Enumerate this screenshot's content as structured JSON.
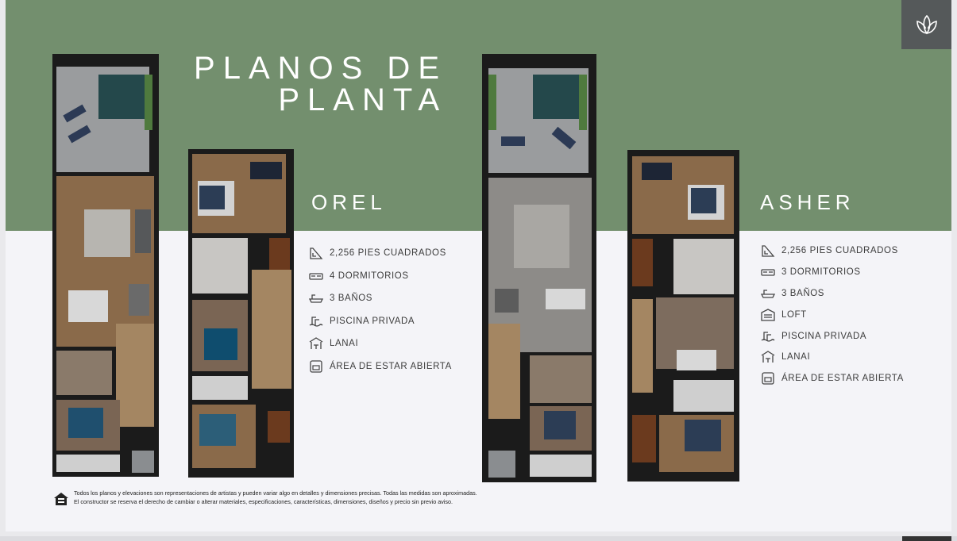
{
  "header": {
    "title_line1": "PLANOS DE",
    "title_line2": "PLANTA",
    "logo_icon": "lotus-icon"
  },
  "models": [
    {
      "name": "OREL",
      "features": [
        {
          "icon": "area-icon",
          "label": "2,256 PIES CUADRADOS"
        },
        {
          "icon": "bed-icon",
          "label": "4 DORMITORIOS"
        },
        {
          "icon": "bath-icon",
          "label": "3 BAÑOS"
        },
        {
          "icon": "pool-icon",
          "label": "PISCINA PRIVADA"
        },
        {
          "icon": "lanai-icon",
          "label": "LANAI"
        },
        {
          "icon": "living-icon",
          "label": "ÁREA DE ESTAR ABIERTA"
        }
      ]
    },
    {
      "name": "ASHER",
      "features": [
        {
          "icon": "area-icon",
          "label": "2,256 PIES CUADRADOS"
        },
        {
          "icon": "bed-icon",
          "label": "3 DORMITORIOS"
        },
        {
          "icon": "bath-icon",
          "label": "3 BAÑOS"
        },
        {
          "icon": "loft-icon",
          "label": "LOFT"
        },
        {
          "icon": "pool-icon",
          "label": "PISCINA PRIVADA"
        },
        {
          "icon": "lanai-icon",
          "label": "LANAI"
        },
        {
          "icon": "living-icon",
          "label": "ÁREA DE ESTAR ABIERTA"
        }
      ]
    }
  ],
  "disclaimer": {
    "line1": "Todos los planos y elevaciones son representaciones de artistas y pueden variar algo en detalles y dimensiones precisas. Todas las medidas son aproximadas.",
    "line2": "El constructor se reserva el derecho de cambiar o alterar materiales, especificaciones, características, dimensiones, diseños y precio sin previo aviso."
  },
  "colors": {
    "band": "#738f6e",
    "logo_box": "#55595a",
    "background": "#f4f4f8",
    "text": "#3c3c3c"
  }
}
